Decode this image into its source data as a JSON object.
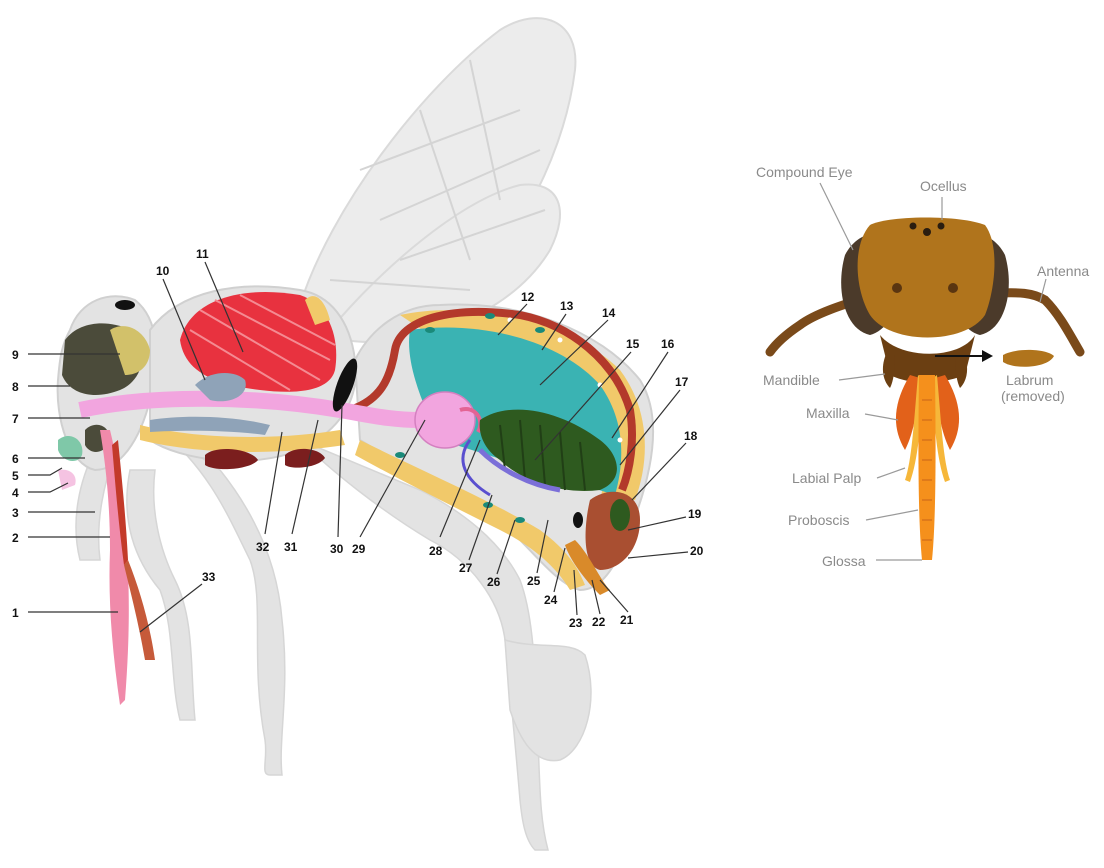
{
  "bee_anatomy": {
    "part_numbers": [
      "1",
      "2",
      "3",
      "4",
      "5",
      "6",
      "7",
      "8",
      "9",
      "10",
      "11",
      "12",
      "13",
      "14",
      "15",
      "16",
      "17",
      "18",
      "19",
      "20",
      "21",
      "22",
      "23",
      "24",
      "25",
      "26",
      "27",
      "28",
      "29",
      "30",
      "31",
      "32",
      "33"
    ]
  },
  "head_diagram": {
    "labels": {
      "compound_eye": "Compound Eye",
      "ocellus": "Ocellus",
      "antenna": "Antenna",
      "mandible": "Mandible",
      "labrum": "Labrum",
      "labrum_note": "(removed)",
      "maxilla": "Maxilla",
      "labial_palp": "Labial Palp",
      "proboscis": "Proboscis",
      "glossa": "Glossa"
    }
  },
  "colors": {
    "body_gray": "#e3e3e3",
    "flight_muscle": "#e8323f",
    "crop_pink": "#f2a5df",
    "abdomen_cavity": "#3ab3b3",
    "ventriculus": "#2e5a1f",
    "fat_yellow": "#f1c96a",
    "head_brown": "#b0741c",
    "eye_dark": "#4b3a2a",
    "proboscis_orange": "#f5901c"
  }
}
